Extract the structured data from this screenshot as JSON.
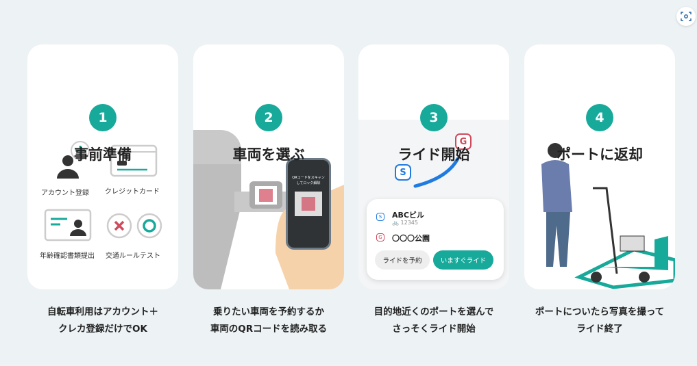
{
  "steps": [
    {
      "number": "1",
      "title": "事前準備",
      "caption_line1": "自転車利用はアカウント＋",
      "caption_line2": "クレカ登録だけでOK",
      "items": [
        "アカウント登録",
        "クレジットカード",
        "年齢確認書類提出",
        "交通ルールテスト"
      ]
    },
    {
      "number": "2",
      "title": "車両を選ぶ",
      "caption_line1": "乗りたい車両を予約するか",
      "caption_line2": "車両のQRコードを読み取る",
      "phone_text": "QRコードをスキャンしてロック解除"
    },
    {
      "number": "3",
      "title": "ライド開始",
      "caption_line1": "目的地近くのポートを選んで",
      "caption_line2": "さっそくライド開始",
      "start_marker": "S",
      "goal_marker": "G",
      "start_name": "ABCビル",
      "vehicle_id": "12345",
      "goal_name": "〇〇〇公園",
      "reserve_button": "ライドを予約",
      "ride_now_button": "いますぐライド"
    },
    {
      "number": "4",
      "title": "ポートに返却",
      "caption_line1": "ポートについたら写真を撮って",
      "caption_line2": "ライド終了"
    }
  ],
  "colors": {
    "accent": "#17a99a",
    "start": "#1f7be0",
    "goal": "#d04a5c",
    "background": "#edf2f5"
  }
}
